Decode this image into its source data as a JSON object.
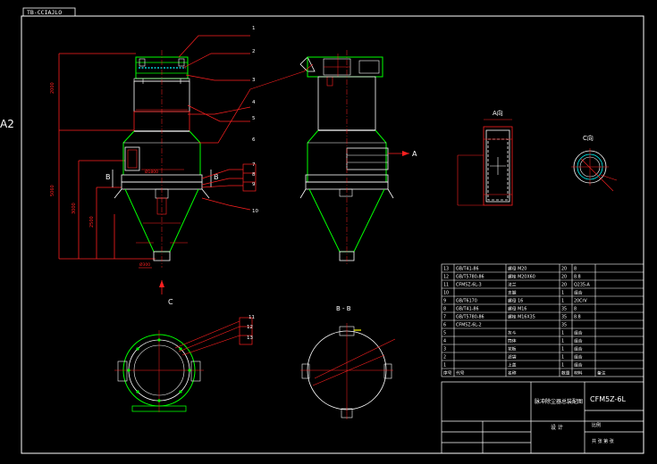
{
  "drawing": {
    "tag": "TB-CCIAJLO",
    "sheet_size": "A2",
    "colors": {
      "background": "#000000",
      "outline": "#ffffff",
      "green": "#00ff00",
      "red": "#ff2020",
      "yellow": "#ffff00",
      "cyan": "#00ffff",
      "blue": "#4060ff"
    }
  },
  "labels": {
    "view_b_left": "B",
    "view_b_right": "B",
    "arrow_a": "A",
    "arrow_c": "C",
    "section_a": "A向",
    "section_c": "C向",
    "section_bb": "B - B"
  },
  "callouts": [
    "1",
    "2",
    "3",
    "4",
    "5",
    "6",
    "7",
    "8",
    "9",
    "10"
  ],
  "callouts_lower": [
    "11",
    "12",
    "13"
  ],
  "bom": {
    "rows": [
      {
        "no": "13",
        "code": "GB/T41-86",
        "name": "螺母 M20",
        "qty": "20",
        "mat": "8"
      },
      {
        "no": "12",
        "code": "GB/T5780-86",
        "name": "螺栓 M20X60",
        "qty": "20",
        "mat": "8.8"
      },
      {
        "no": "11",
        "code": "CFM5Z-6L-3",
        "name": "法兰",
        "qty": "20",
        "mat": "Q235-A"
      },
      {
        "no": "10",
        "code": "",
        "name": "支腿",
        "qty": "1",
        "mat": "组合"
      },
      {
        "no": "9",
        "code": "GB/T6170",
        "name": "螺母 16",
        "qty": "1",
        "mat": "20CrV"
      },
      {
        "no": "8",
        "code": "GB/T41-86",
        "name": "螺母 M16",
        "qty": "35",
        "mat": "8"
      },
      {
        "no": "7",
        "code": "GB/T5780-86",
        "name": "螺栓 M16X35",
        "qty": "35",
        "mat": "8.8"
      },
      {
        "no": "6",
        "code": "CFM5Z-6L-2",
        "name": "",
        "qty": "35",
        "mat": ""
      },
      {
        "no": "5",
        "code": "",
        "name": "灰斗",
        "qty": "1",
        "mat": "组合"
      },
      {
        "no": "4",
        "code": "",
        "name": "筒体",
        "qty": "1",
        "mat": "组合"
      },
      {
        "no": "3",
        "code": "",
        "name": "花板",
        "qty": "1",
        "mat": "组合"
      },
      {
        "no": "2",
        "code": "",
        "name": "滤袋",
        "qty": "1",
        "mat": "组合"
      },
      {
        "no": "1",
        "code": "",
        "name": "上盖",
        "qty": "1",
        "mat": "组合"
      }
    ],
    "header": {
      "no": "序号",
      "code": "代号",
      "name": "名称",
      "qty": "数量",
      "mat": "材料",
      "note": "备注"
    }
  },
  "title_block": {
    "drawing_name": "脉冲除尘器总装配图",
    "drawing_no": "CFM5Z-6L",
    "company": "设 计",
    "scale_label": "比例",
    "sheet_label": "共 张 第 张"
  }
}
